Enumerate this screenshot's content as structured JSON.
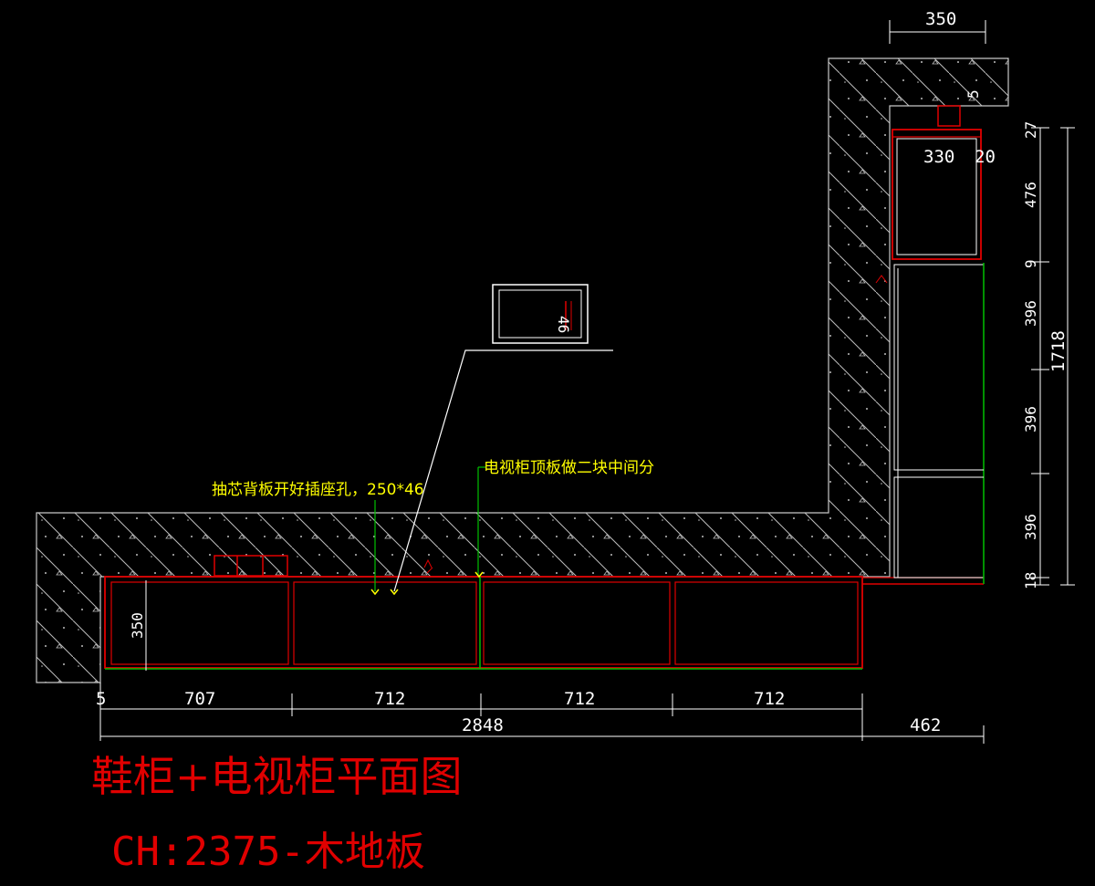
{
  "colors": {
    "background": "#000000",
    "wall": "#c8c8c8",
    "cabinet": "#e00000",
    "floor_line": "#00c000",
    "note_text": "#ffff00",
    "dim_text": "#ffffff",
    "title": "#e00000"
  },
  "title": {
    "line1": "鞋柜+电视柜平面图",
    "line2": "CH:2375-木地板"
  },
  "notes": {
    "socket_hole": "抽芯背板开好插座孔，250*46",
    "tv_top": "电视柜顶板做二块中间分"
  },
  "detail": {
    "label": "46"
  },
  "dimensions": {
    "top_wall": "350",
    "small_5": "5",
    "shelf_330": "330",
    "side_20": "20",
    "depth_350": "350",
    "bottom": [
      "5",
      "707",
      "712",
      "712",
      "712"
    ],
    "total": "2848",
    "right_462": "462",
    "right_vertical": [
      "27",
      "476",
      "9",
      "396",
      "396",
      "396",
      "18"
    ],
    "right_total": "1718"
  }
}
